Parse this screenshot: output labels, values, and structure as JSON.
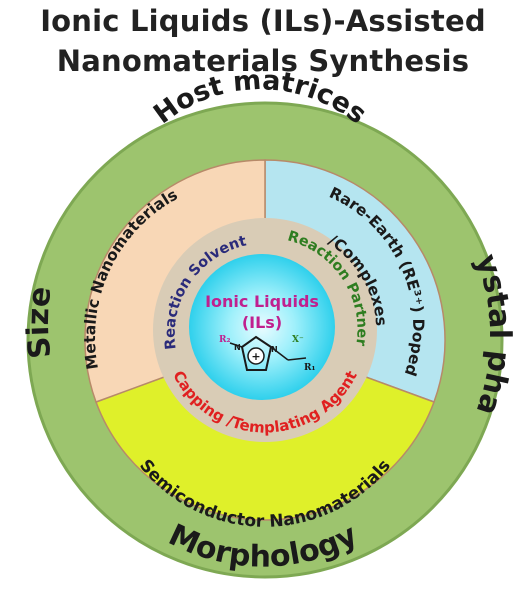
{
  "title": {
    "line1": "Ionic Liquids (ILs)-Assisted",
    "line2": "Nanomaterials Synthesis"
  },
  "outer_ring": {
    "top": "Host matrices",
    "left": "Size",
    "right": "Crystal phase",
    "bottom": "Morphology"
  },
  "sectors": {
    "metallic": "Metallic Nanomaterials",
    "rare_earth_line1": "Rare-Earth (RE³⁺) Doped",
    "rare_earth_line2": "/Complexes",
    "semiconductor": "Semiconductor Nanomaterials"
  },
  "inner_ring": {
    "solvent": "Reaction Solvent",
    "partner": "Reaction Partner",
    "capping": "Capping /Templating Agent"
  },
  "core": {
    "line1": "Ionic Liquids",
    "line2": "(ILs)",
    "r2": "R₂",
    "r1": "R₁",
    "anion": "X⁻",
    "plus": "+"
  },
  "colors": {
    "outer": "#9dc46e",
    "metallic": "#f8d7b6",
    "rare_earth": "#b5e5f0",
    "semiconductor": "#dff02a",
    "inner_ring": "#d9ccb6",
    "core": "#40d8f0",
    "title_text": "#222222",
    "magenta": "#c0208f",
    "blue_text": "#2a2a7a",
    "green_text": "#2e7d20",
    "red_text": "#e02020"
  }
}
